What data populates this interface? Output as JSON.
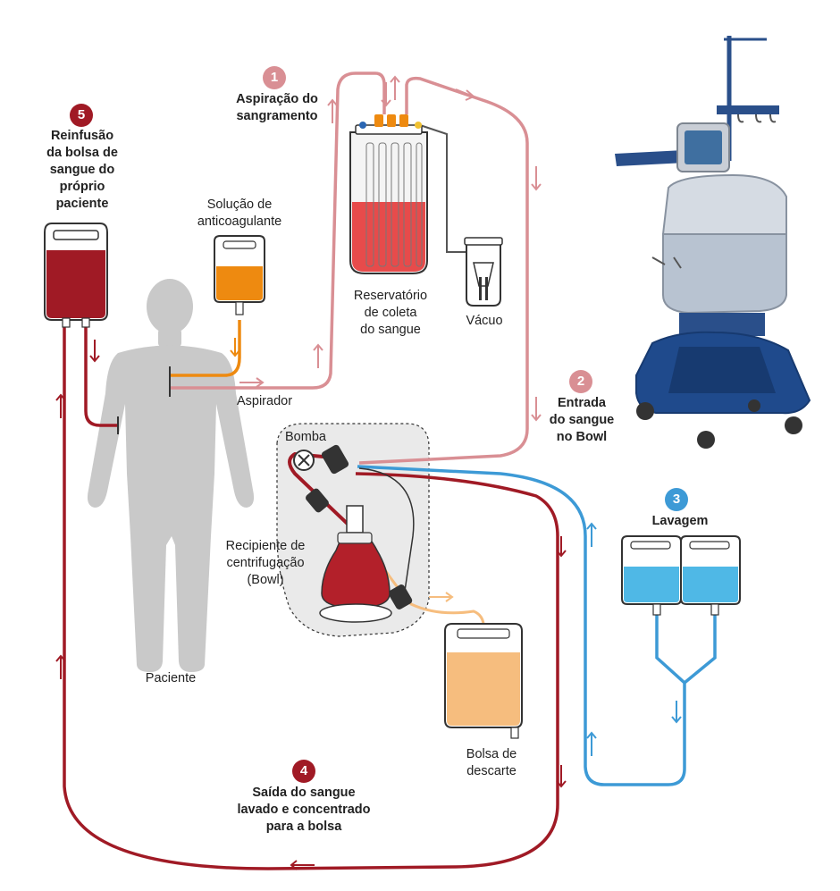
{
  "colors": {
    "aspiration": "#d98f94",
    "return": "#a01a25",
    "wash": "#3d9ad6",
    "anticoagulant": "#ee8a10",
    "waste": "#f6bd7e",
    "blood": "#c62b33",
    "dark_red": "#9b1b24",
    "silhouette": "#c9c9c9",
    "machine_blue": "#2a4f8a"
  },
  "steps": [
    {
      "number": "1",
      "title": "Aspiração do sangramento",
      "color": "#d98f94"
    },
    {
      "number": "2",
      "title": "Entrada do sangue no Bowl",
      "color": "#d98f94"
    },
    {
      "number": "3",
      "title": "Lavagem",
      "color": "#3d9ad6"
    },
    {
      "number": "4",
      "title": "Saída do sangue lavado e concentrado para a bolsa",
      "color": "#a01a25"
    },
    {
      "number": "5",
      "title": "Reinfusão da bolsa de sangue do próprio paciente",
      "color": "#a01a25"
    }
  ],
  "labels": {
    "step1_line1": "Aspiração do",
    "step1_line2": "sangramento",
    "step2_line1": "Entrada",
    "step2_line2": "do sangue",
    "step2_line3": "no Bowl",
    "step3": "Lavagem",
    "step4_line1": "Saída do sangue",
    "step4_line2": "lavado e concentrado",
    "step4_line3": "para a bolsa",
    "step5_line1": "Reinfusão",
    "step5_line2": "da bolsa de",
    "step5_line3": "sangue do",
    "step5_line4": "próprio",
    "step5_line5": "paciente",
    "anticoag_line1": "Solução de",
    "anticoag_line2": "anticoagulante",
    "reservoir_line1": "Reservatório",
    "reservoir_line2": "de coleta",
    "reservoir_line3": "do sangue",
    "vacuum": "Vácuo",
    "aspirator": "Aspirador",
    "pump": "Bomba",
    "bowl_line1": "Recipiente de",
    "bowl_line2": "centrifugação",
    "bowl_line3": "(Bowl)",
    "patient": "Paciente",
    "waste_line1": "Bolsa de",
    "waste_line2": "descarte"
  },
  "icons": [
    "human-silhouette",
    "blood-bag",
    "iv-bag",
    "collection-reservoir",
    "vacuum-canister",
    "peristaltic-pump",
    "centrifuge-bowl",
    "saline-bags",
    "waste-bag",
    "cell-saver-machine"
  ]
}
